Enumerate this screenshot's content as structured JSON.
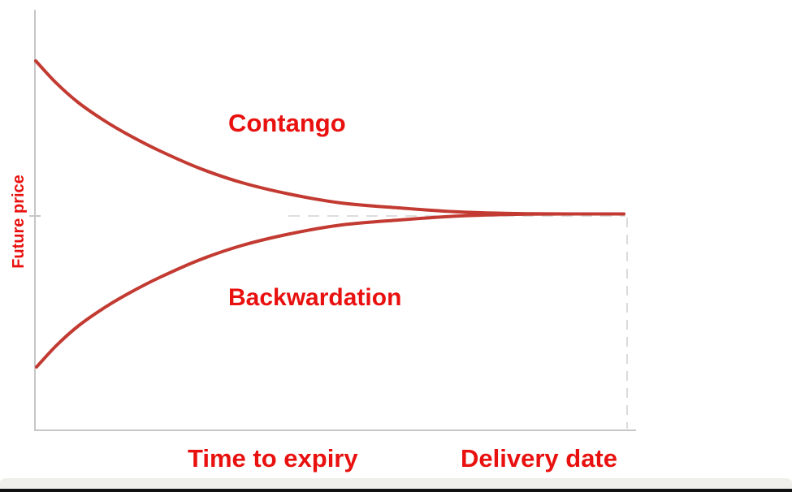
{
  "chart_data": {
    "type": "line",
    "title": "",
    "ylabel": "Future price",
    "xlabel_left": "Time to expiry",
    "xlabel_right": "Delivery date",
    "legend": "none",
    "grid": "off",
    "axes": {
      "x_tick_labels": [],
      "y_tick_labels": [],
      "note": "qualitative sketch; no numeric scale shown"
    },
    "coordinate_space": "screen pixels, 975x606",
    "series": [
      {
        "name": "Contango",
        "color": "#c23a31",
        "points": [
          [
            44,
            75
          ],
          [
            69,
            102
          ],
          [
            96,
            126
          ],
          [
            126,
            147
          ],
          [
            158,
            166
          ],
          [
            195,
            185
          ],
          [
            245,
            207
          ],
          [
            298,
            225
          ],
          [
            356,
            239
          ],
          [
            420,
            250
          ],
          [
            490,
            256
          ],
          [
            565,
            261
          ],
          [
            650,
            263.2
          ],
          [
            768,
            263.5
          ]
        ]
      },
      {
        "name": "Backwardation",
        "color": "#c23a31",
        "points": [
          [
            45,
            452
          ],
          [
            70,
            425
          ],
          [
            97,
            401
          ],
          [
            127,
            380
          ],
          [
            159,
            361
          ],
          [
            196,
            342
          ],
          [
            246,
            320
          ],
          [
            299,
            302
          ],
          [
            357,
            288
          ],
          [
            421,
            277
          ],
          [
            491,
            271
          ],
          [
            566,
            266
          ],
          [
            650,
            263.8
          ],
          [
            768,
            263.5
          ]
        ]
      }
    ],
    "annotations": {
      "convergence_price_y": 266,
      "delivery_date_x": 772,
      "horizontal_dashed_line": {
        "y": 266,
        "x1": 355,
        "x2": 770
      },
      "vertical_dashed_line": {
        "x": 772,
        "y1": 268,
        "y2": 528
      },
      "y_axis_tick": {
        "y": 266,
        "x1": 36,
        "x2": 50
      }
    },
    "plot_frame": {
      "y_axis": {
        "x": 43,
        "y1": 12,
        "y2": 530
      },
      "x_axis": {
        "y": 530,
        "x1": 42,
        "x2": 783
      }
    }
  },
  "colors": {
    "label_red": "#e8110f",
    "curve_red": "#c23a31",
    "axis_gray": "#c6c6c6",
    "dash_gray": "#dedede",
    "footer_strip": "#f1efeb",
    "footer_bar": "#111111"
  }
}
